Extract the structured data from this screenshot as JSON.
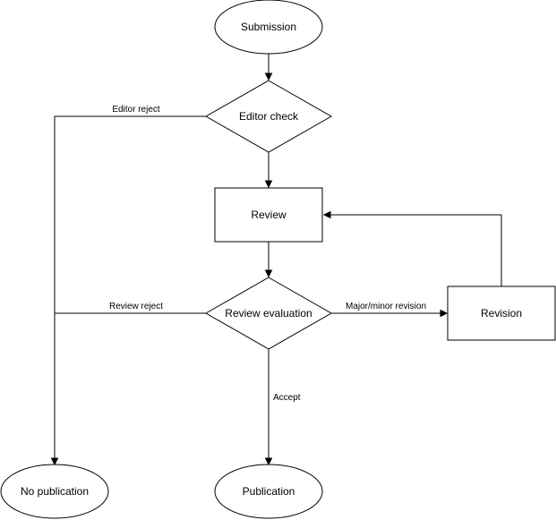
{
  "nodes": {
    "submission": "Submission",
    "editor_check": "Editor check",
    "review": "Review",
    "review_evaluation": "Review evaluation",
    "revision": "Revision",
    "no_publication": "No publication",
    "publication": "Publication"
  },
  "edges": {
    "editor_reject": "Editor reject",
    "review_reject": "Review reject",
    "major_minor_revision": "Major/minor revision",
    "accept": "Accept"
  },
  "colors": {
    "stroke": "#000000",
    "fill": "#ffffff"
  }
}
